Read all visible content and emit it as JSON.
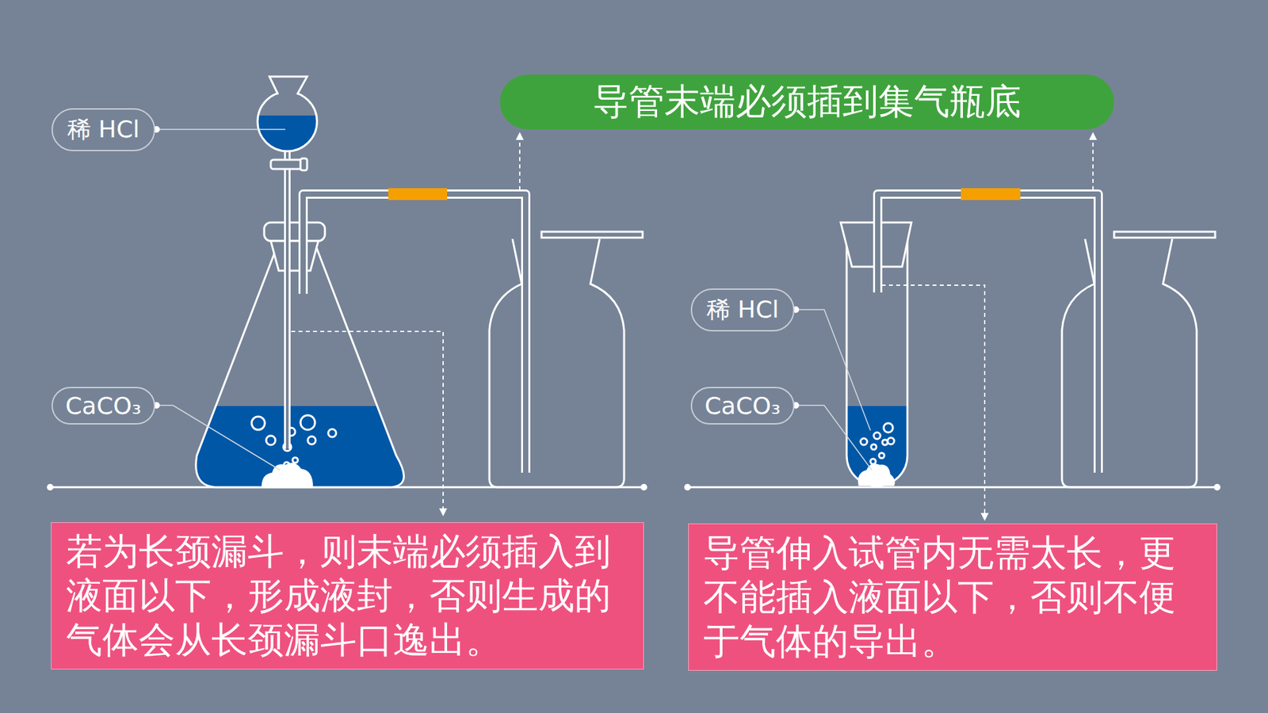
{
  "diagram": {
    "nodes": [
      {
        "text": [
          "导管末端必须插到集气瓶底"
        ]
      },
      {
        "text": [
          "稀 HCl"
        ]
      },
      {
        "text": [
          "CaCO₃"
        ]
      },
      {
        "text": [
          "稀 HCl"
        ]
      },
      {
        "text": [
          "CaCO₃"
        ]
      },
      {
        "text": [
          "若为长颈漏斗，则末端必须插入到液面以下，形成液封，否则生成的气体会从长颈漏斗口逸出。"
        ]
      },
      {
        "text": [
          "导管伸入试管内无需太长，更不能插入液面以下，否则不便于气体的导出。"
        ]
      }
    ]
  }
}
